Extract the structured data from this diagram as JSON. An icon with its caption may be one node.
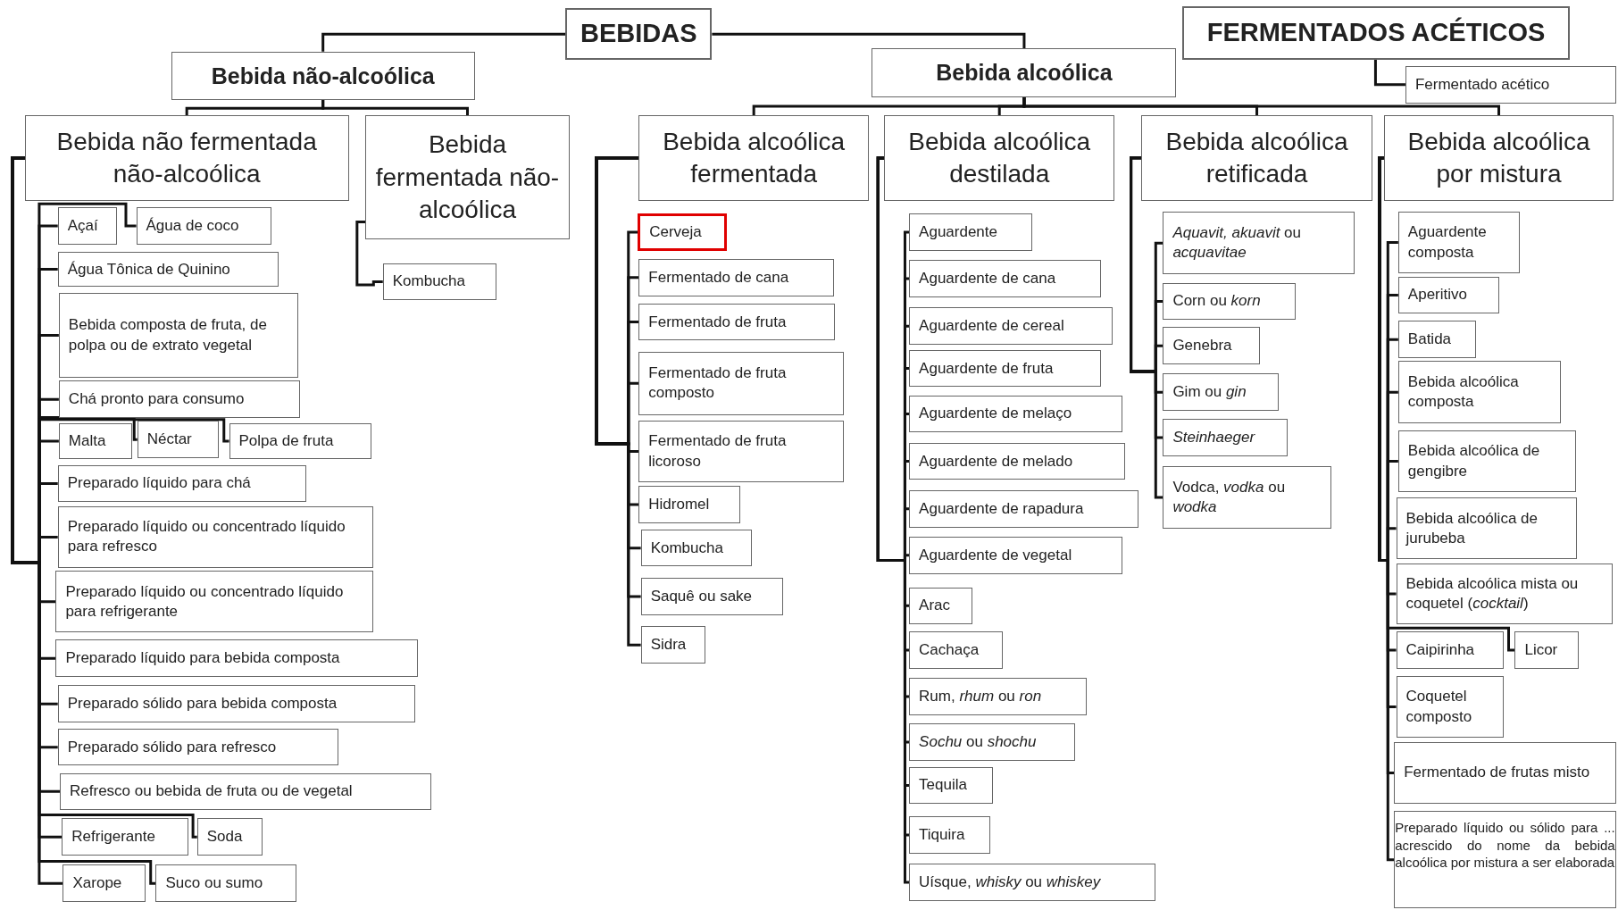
{
  "diagram": {
    "nodes": [
      {
        "text": [
          "BEBIDAS"
        ]
      },
      {
        "text": [
          "FERMENTADOS ACÉTICOS"
        ]
      },
      {
        "text": [
          "Fermentado acético"
        ]
      },
      {
        "text": [
          "Bebida não-alcoólica"
        ]
      },
      {
        "text": [
          "Bebida alcoólica"
        ]
      },
      {
        "text": [
          "Bebida não fermentada não-alcoólica"
        ]
      },
      {
        "text": [
          "Bebida fermentada não-alcoólica"
        ]
      },
      {
        "text": [
          "Bebida alcoólica fermentada"
        ]
      },
      {
        "text": [
          "Bebida alcoólica destilada"
        ]
      },
      {
        "text": [
          "Bebida alcoólica retificada"
        ]
      },
      {
        "text": [
          "Bebida alcoólica por mistura"
        ]
      },
      {
        "text": [
          "Açaí"
        ]
      },
      {
        "text": [
          "Água de coco"
        ]
      },
      {
        "text": [
          "Água Tônica de Quinino"
        ]
      },
      {
        "text": [
          "Bebida composta de fruta, de polpa ou de extrato vegetal"
        ]
      },
      {
        "text": [
          "Chá pronto para consumo"
        ]
      },
      {
        "text": [
          "Malta"
        ]
      },
      {
        "text": [
          "Néctar"
        ]
      },
      {
        "text": [
          "Polpa de fruta"
        ]
      },
      {
        "text": [
          "Preparado líquido para chá"
        ]
      },
      {
        "text": [
          "Preparado líquido ou concentrado líquido para refresco"
        ]
      },
      {
        "text": [
          "Preparado líquido ou concentrado líquido para refrigerante"
        ]
      },
      {
        "text": [
          "Preparado líquido para bebida composta"
        ]
      },
      {
        "text": [
          "Preparado sólido para bebida composta"
        ]
      },
      {
        "text": [
          "Preparado sólido para refresco"
        ]
      },
      {
        "text": [
          "Refresco ou bebida de fruta ou de vegetal"
        ]
      },
      {
        "text": [
          "Refrigerante"
        ]
      },
      {
        "text": [
          "Soda"
        ]
      },
      {
        "text": [
          "Xarope"
        ]
      },
      {
        "text": [
          "Suco ou sumo"
        ]
      },
      {
        "text": [
          "Kombucha"
        ]
      },
      {
        "text": [
          "Cerveja"
        ]
      },
      {
        "text": [
          "Fermentado de cana"
        ]
      },
      {
        "text": [
          "Fermentado de fruta"
        ]
      },
      {
        "text": [
          "Fermentado de fruta composto"
        ]
      },
      {
        "text": [
          "Fermentado de fruta licoroso"
        ]
      },
      {
        "text": [
          "Hidromel"
        ]
      },
      {
        "text": [
          "Kombucha"
        ]
      },
      {
        "text": [
          "Saquê ou sake"
        ]
      },
      {
        "text": [
          "Sidra"
        ]
      },
      {
        "text": [
          "Aguardente"
        ]
      },
      {
        "text": [
          "Aguardente de cana"
        ]
      },
      {
        "text": [
          "Aguardente de cereal"
        ]
      },
      {
        "text": [
          "Aguardente de fruta"
        ]
      },
      {
        "text": [
          "Aguardente de melaço"
        ]
      },
      {
        "text": [
          "Aguardente de melado"
        ]
      },
      {
        "text": [
          "Aguardente de rapadura"
        ]
      },
      {
        "text": [
          "Aguardente de vegetal"
        ]
      },
      {
        "text": [
          "Arac"
        ]
      },
      {
        "text": [
          "Cachaça"
        ]
      },
      {
        "text": [
          "Rum, *rhum* ou *ron*"
        ]
      },
      {
        "text": [
          "*Sochu* ou *shochu*"
        ]
      },
      {
        "text": [
          "Tequila"
        ]
      },
      {
        "text": [
          "Tiquira"
        ]
      },
      {
        "text": [
          "Uísque, *whisky* ou *whiskey*"
        ]
      },
      {
        "text": [
          "*Aquavit, akuavit* ou *acquavitae*"
        ]
      },
      {
        "text": [
          "Corn ou *korn*"
        ]
      },
      {
        "text": [
          "Genebra"
        ]
      },
      {
        "text": [
          "Gim ou *gin*"
        ]
      },
      {
        "text": [
          "*Steinhaeger*"
        ]
      },
      {
        "text": [
          "Vodca, *vodka* ou *wodka*"
        ]
      },
      {
        "text": [
          "Aguardente composta"
        ]
      },
      {
        "text": [
          "Aperitivo"
        ]
      },
      {
        "text": [
          "Batida"
        ]
      },
      {
        "text": [
          "Bebida alcoólica composta"
        ]
      },
      {
        "text": [
          "Bebida alcoólica de gengibre"
        ]
      },
      {
        "text": [
          "Bebida alcoólica de jurubeba"
        ]
      },
      {
        "text": [
          "Bebida alcoólica mista ou coquetel (*cocktail*)"
        ]
      },
      {
        "text": [
          "Caipirinha"
        ]
      },
      {
        "text": [
          "Licor"
        ]
      },
      {
        "text": [
          "Coquetel composto"
        ]
      },
      {
        "text": [
          "Fermentado de frutas misto"
        ]
      },
      {
        "text": [
          "Preparado líquido ou sólido para ... acrescido do nome da bebida alcoólica por mistura a ser elaborada"
        ]
      }
    ],
    "edges": [
      {
        "from": 0,
        "to": 3,
        "arrow": "none"
      },
      {
        "from": 0,
        "to": 4,
        "arrow": "none"
      },
      {
        "from": 1,
        "to": 2,
        "arrow": "none"
      },
      {
        "from": 3,
        "to": 5,
        "arrow": "none"
      },
      {
        "from": 3,
        "to": 6,
        "arrow": "none"
      },
      {
        "from": 4,
        "to": 7,
        "arrow": "none"
      },
      {
        "from": 4,
        "to": 8,
        "arrow": "none"
      },
      {
        "from": 4,
        "to": 9,
        "arrow": "none"
      },
      {
        "from": 4,
        "to": 10,
        "arrow": "none"
      },
      {
        "from": 5,
        "to": 11,
        "arrow": "none"
      },
      {
        "from": 5,
        "to": 12,
        "arrow": "none"
      },
      {
        "from": 5,
        "to": 13,
        "arrow": "none"
      },
      {
        "from": 5,
        "to": 14,
        "arrow": "none"
      },
      {
        "from": 5,
        "to": 15,
        "arrow": "none"
      },
      {
        "from": 5,
        "to": 16,
        "arrow": "none"
      },
      {
        "from": 5,
        "to": 17,
        "arrow": "none"
      },
      {
        "from": 5,
        "to": 18,
        "arrow": "none"
      },
      {
        "from": 5,
        "to": 19,
        "arrow": "none"
      },
      {
        "from": 5,
        "to": 20,
        "arrow": "none"
      },
      {
        "from": 5,
        "to": 21,
        "arrow": "none"
      },
      {
        "from": 5,
        "to": 22,
        "arrow": "none"
      },
      {
        "from": 5,
        "to": 23,
        "arrow": "none"
      },
      {
        "from": 5,
        "to": 24,
        "arrow": "none"
      },
      {
        "from": 5,
        "to": 25,
        "arrow": "none"
      },
      {
        "from": 5,
        "to": 26,
        "arrow": "none"
      },
      {
        "from": 5,
        "to": 27,
        "arrow": "none"
      },
      {
        "from": 5,
        "to": 28,
        "arrow": "none"
      },
      {
        "from": 5,
        "to": 29,
        "arrow": "none"
      },
      {
        "from": 6,
        "to": 30,
        "arrow": "none"
      },
      {
        "from": 7,
        "to": 31,
        "arrow": "none"
      },
      {
        "from": 7,
        "to": 32,
        "arrow": "none"
      },
      {
        "from": 7,
        "to": 33,
        "arrow": "none"
      },
      {
        "from": 7,
        "to": 34,
        "arrow": "none"
      },
      {
        "from": 7,
        "to": 35,
        "arrow": "none"
      },
      {
        "from": 7,
        "to": 36,
        "arrow": "none"
      },
      {
        "from": 7,
        "to": 37,
        "arrow": "none"
      },
      {
        "from": 7,
        "to": 38,
        "arrow": "none"
      },
      {
        "from": 7,
        "to": 39,
        "arrow": "none"
      },
      {
        "from": 8,
        "to": 40,
        "arrow": "none"
      },
      {
        "from": 8,
        "to": 41,
        "arrow": "none"
      },
      {
        "from": 8,
        "to": 42,
        "arrow": "none"
      },
      {
        "from": 8,
        "to": 43,
        "arrow": "none"
      },
      {
        "from": 8,
        "to": 44,
        "arrow": "none"
      },
      {
        "from": 8,
        "to": 45,
        "arrow": "none"
      },
      {
        "from": 8,
        "to": 46,
        "arrow": "none"
      },
      {
        "from": 8,
        "to": 47,
        "arrow": "none"
      },
      {
        "from": 8,
        "to": 48,
        "arrow": "none"
      },
      {
        "from": 8,
        "to": 49,
        "arrow": "none"
      },
      {
        "from": 8,
        "to": 50,
        "arrow": "none"
      },
      {
        "from": 8,
        "to": 51,
        "arrow": "none"
      },
      {
        "from": 8,
        "to": 52,
        "arrow": "none"
      },
      {
        "from": 8,
        "to": 53,
        "arrow": "none"
      },
      {
        "from": 8,
        "to": 54,
        "arrow": "none"
      },
      {
        "from": 9,
        "to": 55,
        "arrow": "none"
      },
      {
        "from": 9,
        "to": 56,
        "arrow": "none"
      },
      {
        "from": 9,
        "to": 57,
        "arrow": "none"
      },
      {
        "from": 9,
        "to": 58,
        "arrow": "none"
      },
      {
        "from": 9,
        "to": 59,
        "arrow": "none"
      },
      {
        "from": 9,
        "to": 60,
        "arrow": "none"
      },
      {
        "from": 10,
        "to": 61,
        "arrow": "none"
      },
      {
        "from": 10,
        "to": 62,
        "arrow": "none"
      },
      {
        "from": 10,
        "to": 63,
        "arrow": "none"
      },
      {
        "from": 10,
        "to": 64,
        "arrow": "none"
      },
      {
        "from": 10,
        "to": 65,
        "arrow": "none"
      },
      {
        "from": 10,
        "to": 66,
        "arrow": "none"
      },
      {
        "from": 10,
        "to": 67,
        "arrow": "none"
      },
      {
        "from": 10,
        "to": 68,
        "arrow": "none"
      },
      {
        "from": 10,
        "to": 69,
        "arrow": "none"
      },
      {
        "from": 10,
        "to": 70,
        "arrow": "none"
      },
      {
        "from": 10,
        "to": 71,
        "arrow": "none"
      },
      {
        "from": 10,
        "to": 72,
        "arrow": "none"
      }
    ]
  }
}
